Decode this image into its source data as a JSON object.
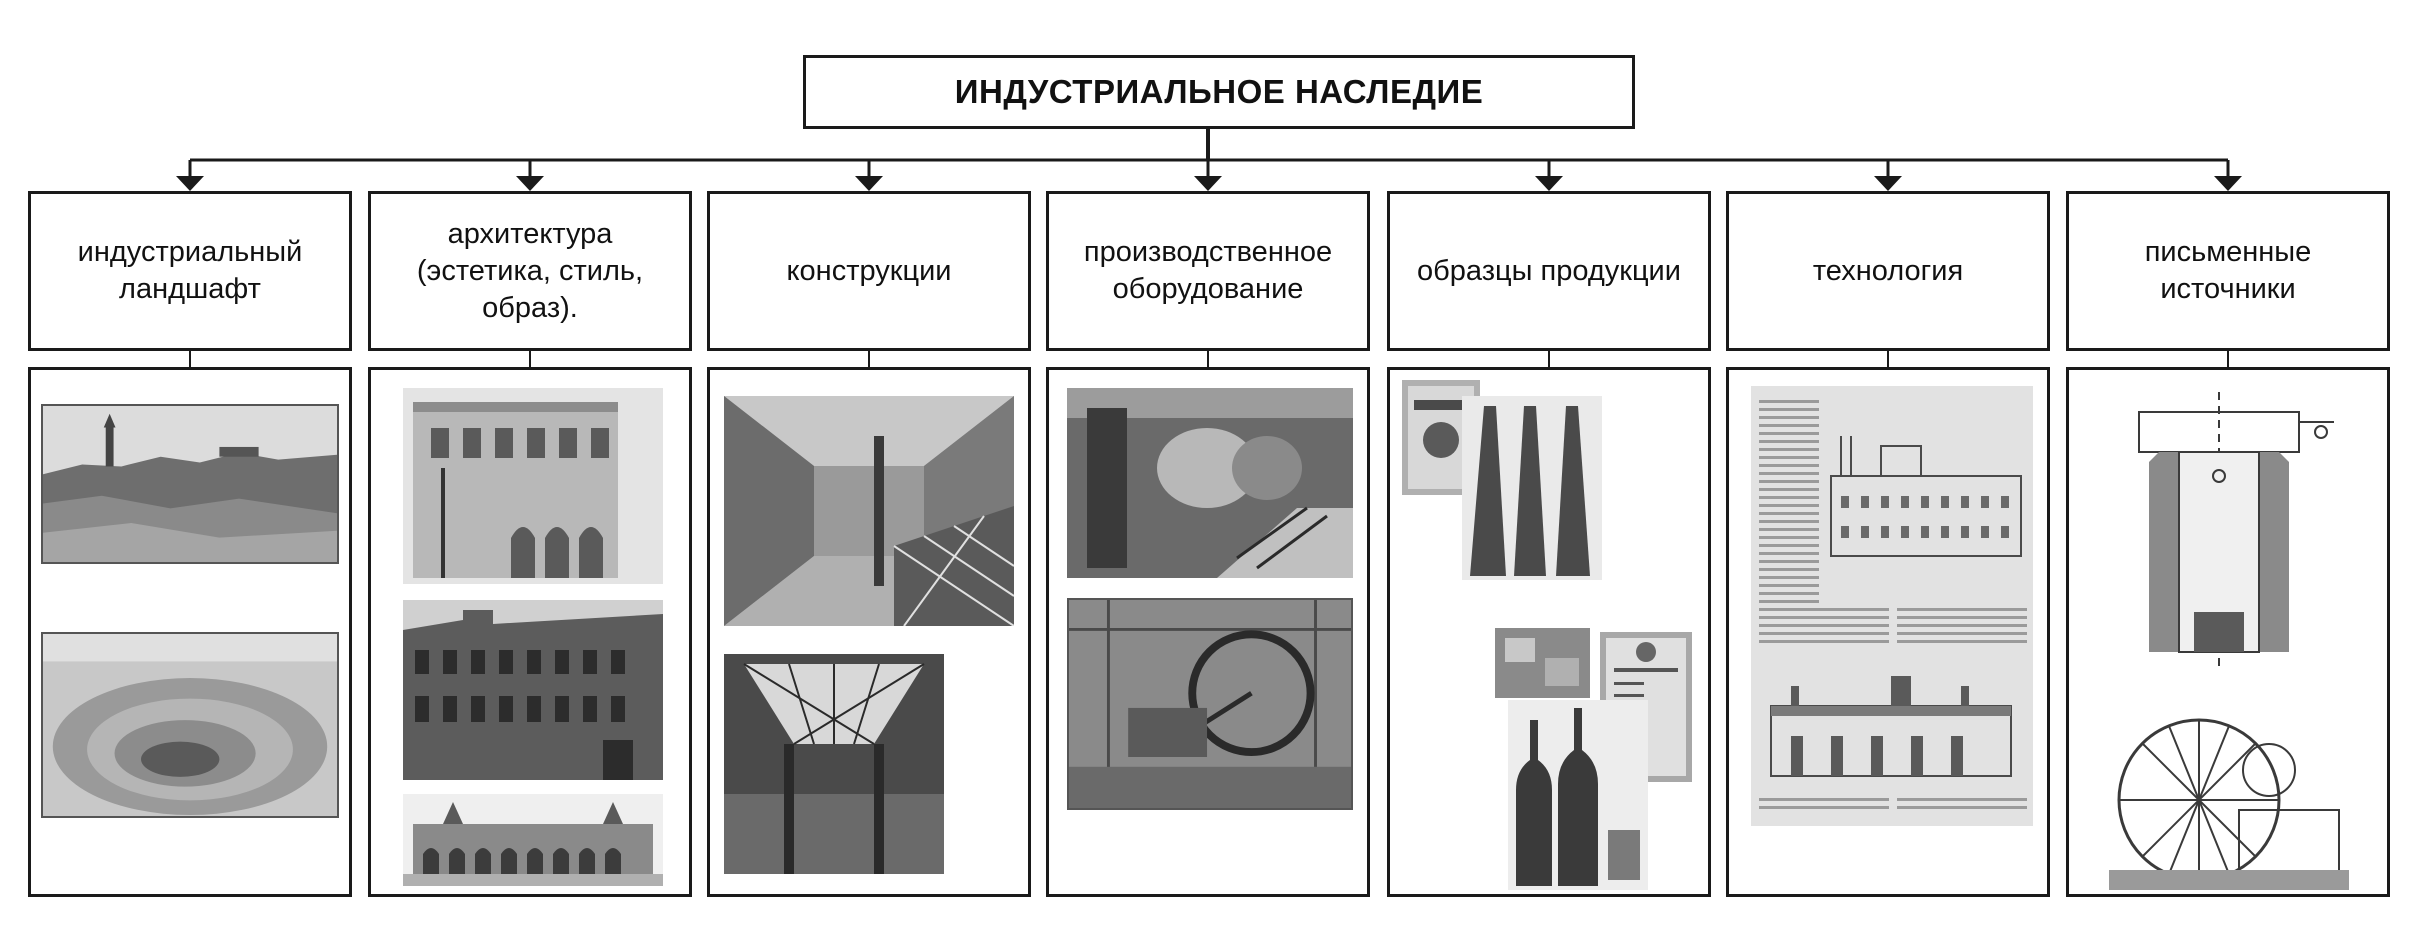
{
  "diagram": {
    "title": "ИНДУСТРИАЛЬНОЕ НАСЛЕДИЕ",
    "categories": [
      {
        "label": "индустриальный ландшафт"
      },
      {
        "label": "архитектура (эстетика, стиль, образ)."
      },
      {
        "label": "конструкции"
      },
      {
        "label": "производственное оборудование"
      },
      {
        "label": "образцы продукции"
      },
      {
        "label": "технология"
      },
      {
        "label": "письменные источники"
      }
    ]
  },
  "colors": {
    "line": "#1a1a1a",
    "border": "#1a1a1a",
    "background": "#ffffff"
  }
}
